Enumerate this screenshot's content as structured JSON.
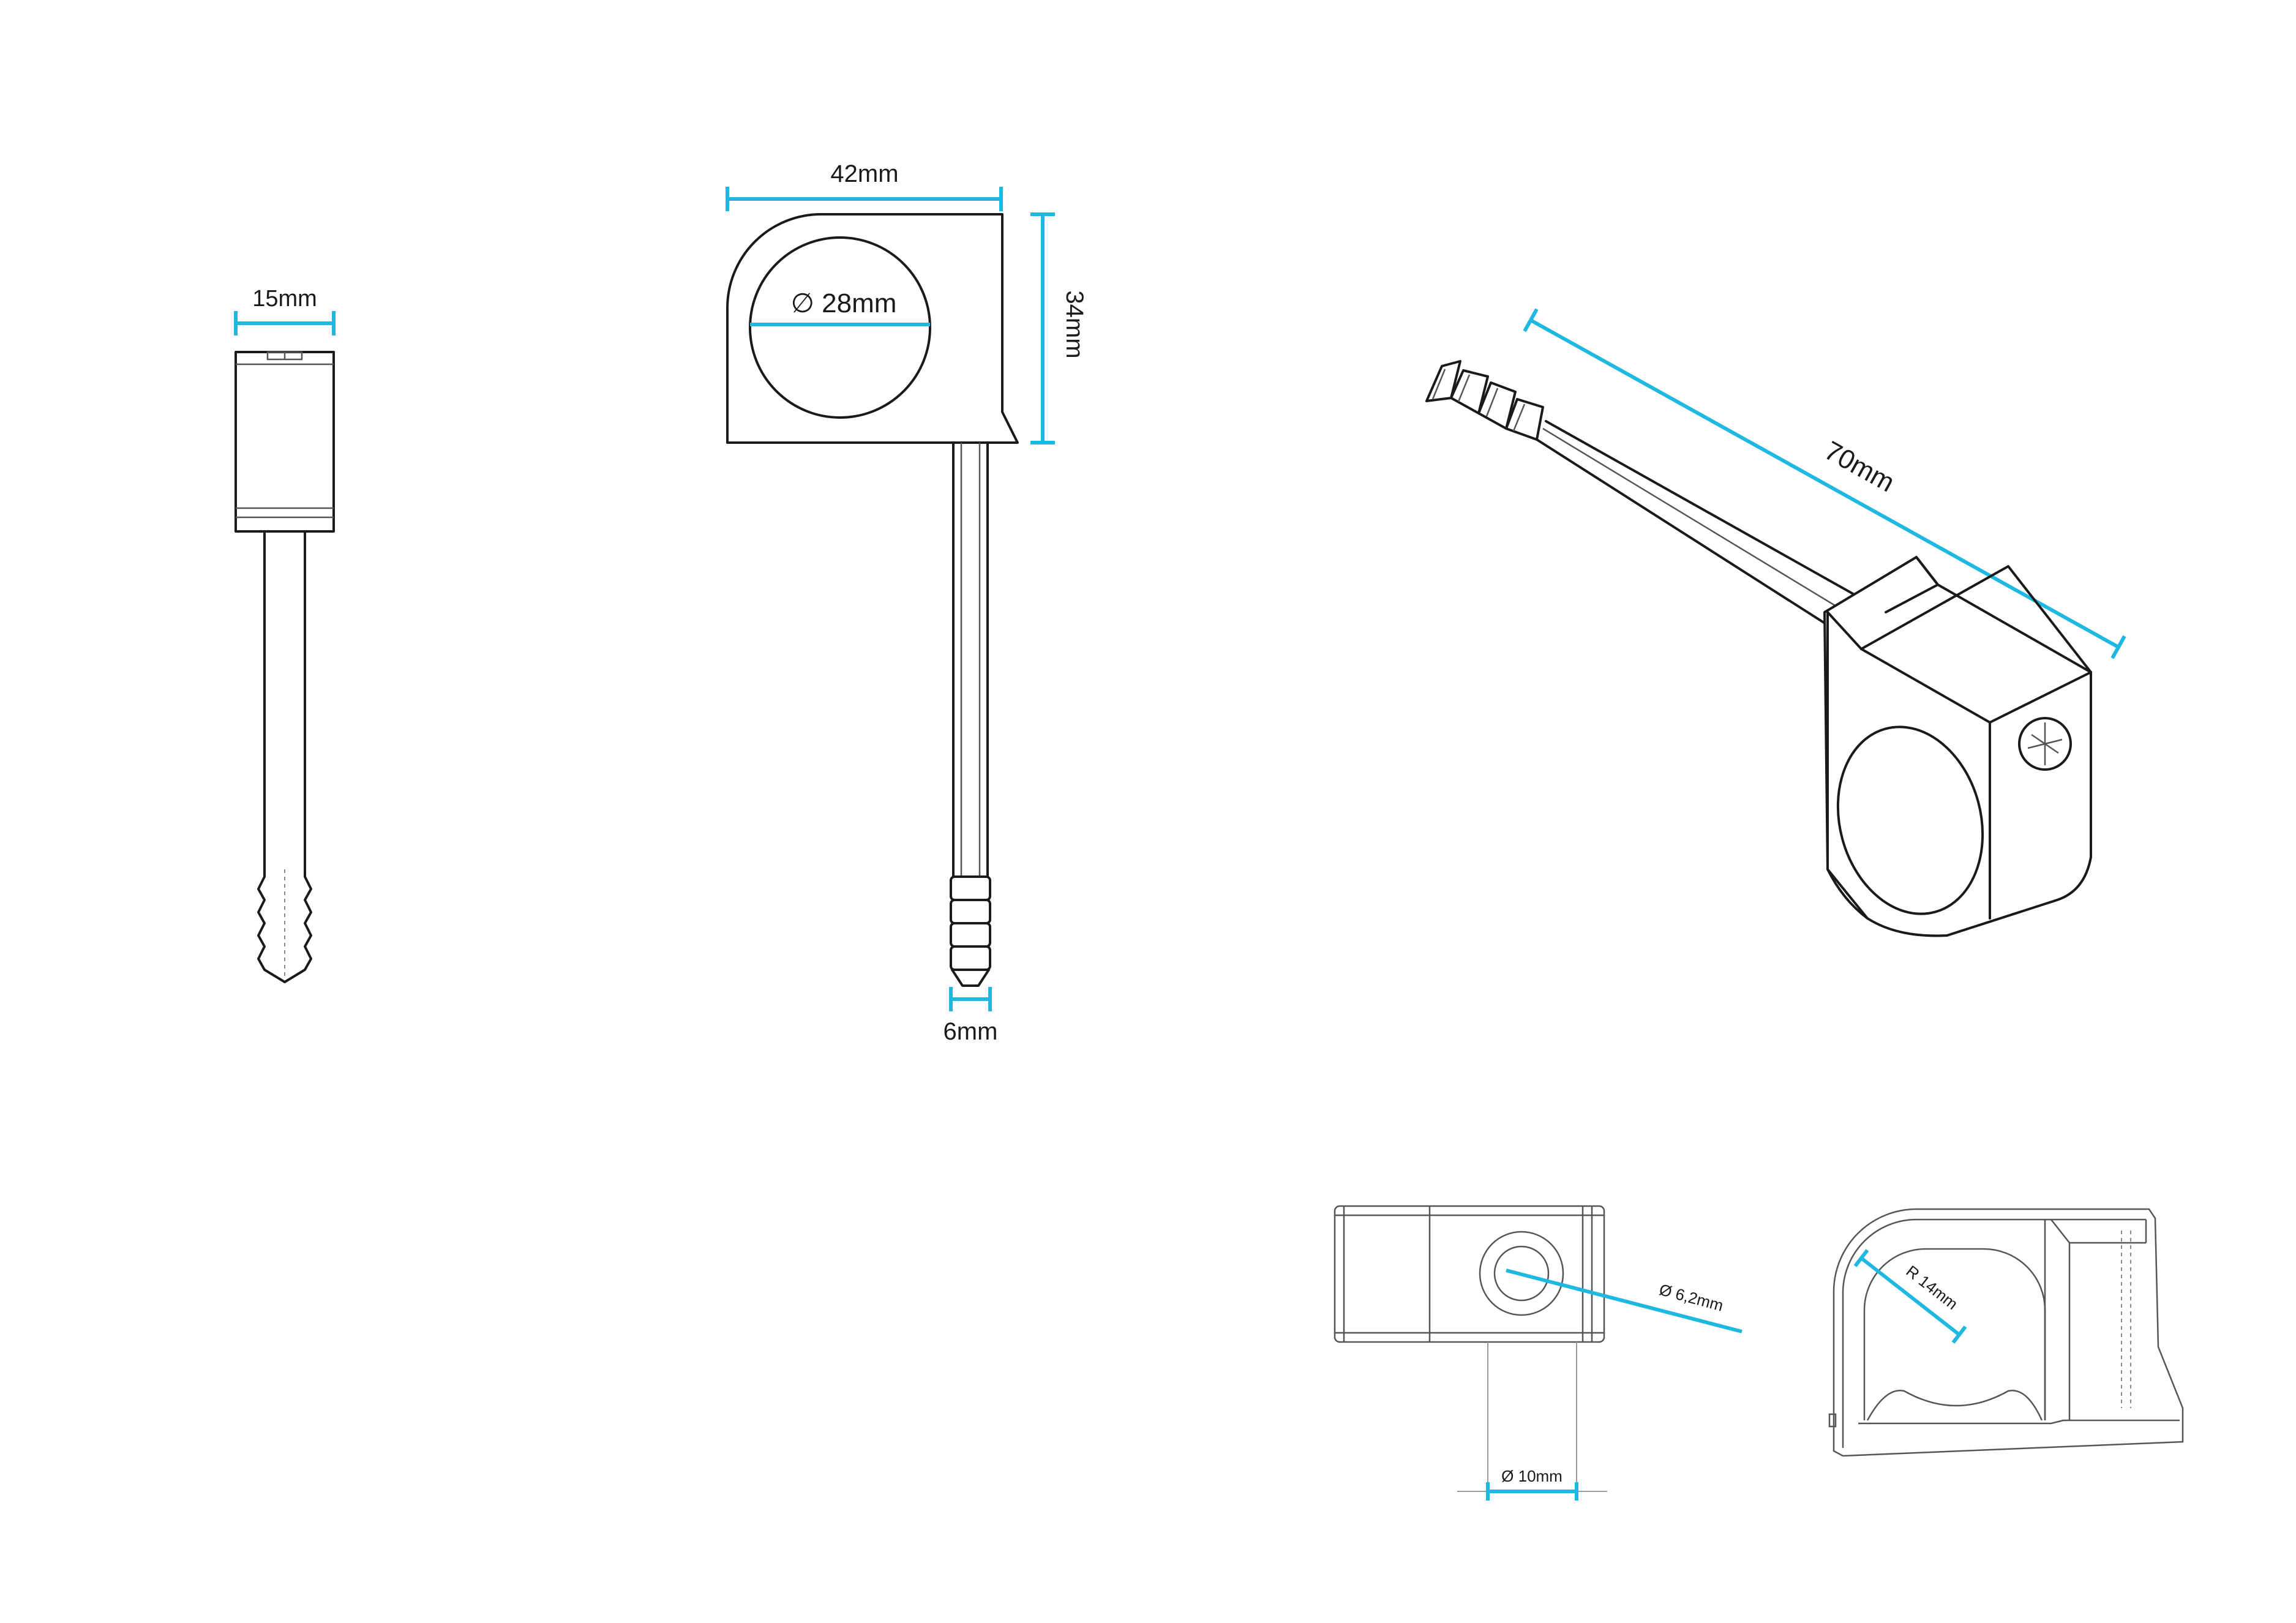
{
  "accent_color": "#1fb8e0",
  "line_color": "#1a1a1a",
  "dimensions": {
    "side_width": "15mm",
    "front_width": "42mm",
    "hole_diameter": "∅ 28mm",
    "front_height": "34mm",
    "pin_diameter": "6mm",
    "total_length": "70mm",
    "screw_hole": "Ø 6,2mm",
    "pin_hole": "Ø 10mm",
    "inner_radius": "R 14mm"
  }
}
